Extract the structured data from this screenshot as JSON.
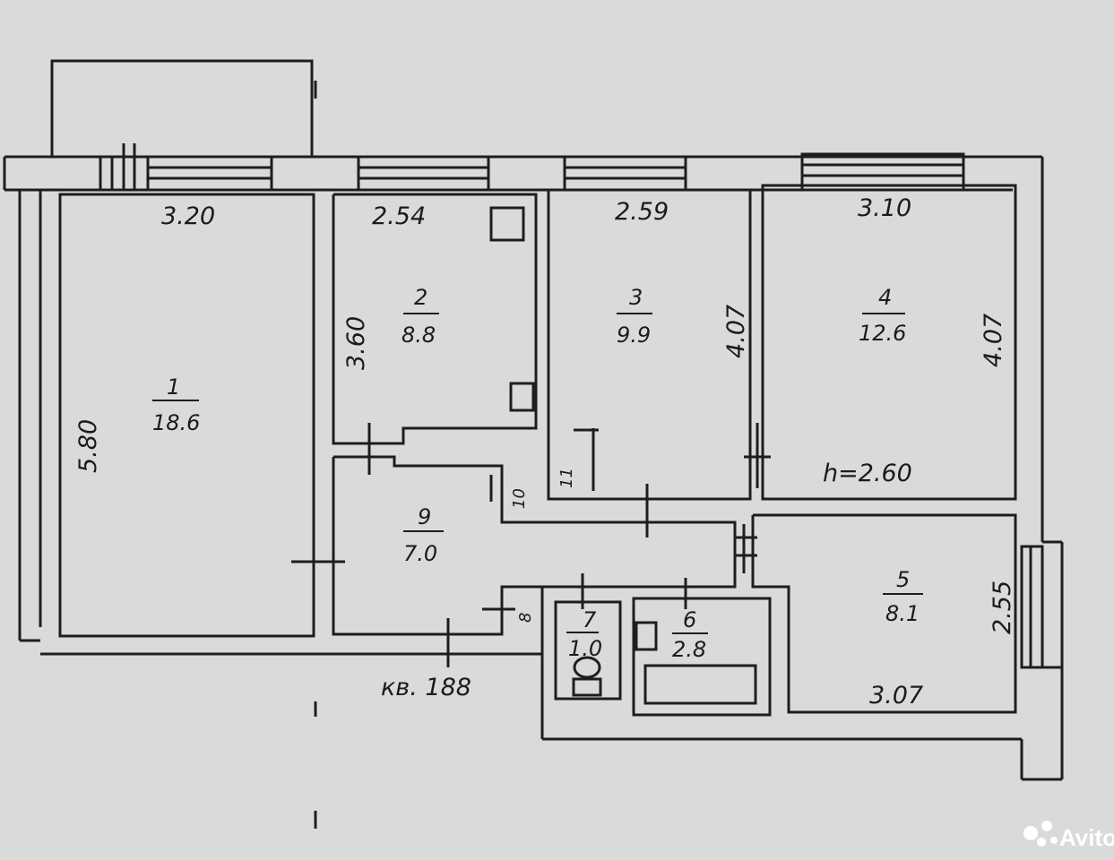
{
  "plan": {
    "apartment_label": "кв. 188",
    "ceiling_height": "h=2.60",
    "rooms": [
      {
        "number": "1",
        "area": "18.6"
      },
      {
        "number": "2",
        "area": "8.8"
      },
      {
        "number": "3",
        "area": "9.9"
      },
      {
        "number": "4",
        "area": "12.6"
      },
      {
        "number": "5",
        "area": "8.1"
      },
      {
        "number": "6",
        "area": "2.8"
      },
      {
        "number": "7",
        "area": "1.0"
      },
      {
        "number": "9",
        "area": "7.0"
      }
    ],
    "small_labels": [
      "10",
      "11",
      "8"
    ],
    "dimensions": {
      "room1_width": "3.20",
      "room1_length": "5.80",
      "room2_width": "2.54",
      "room2_length": "3.60",
      "room3_width": "2.59",
      "room3_length": "4.07",
      "room4_width": "3.10",
      "room4_length": "4.07",
      "room5_width": "3.07",
      "room5_length": "2.55"
    }
  },
  "watermark": {
    "text": "Avito",
    "icon": "avito-logo-icon"
  }
}
